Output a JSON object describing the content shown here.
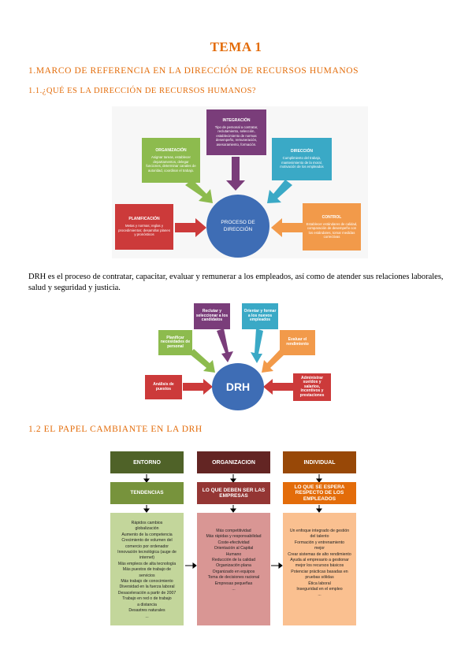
{
  "title": "TEMA 1",
  "heading_1": "1.MARCO DE REFERENCIA EN LA DIRECCIÓN DE RECURSOS HUMANOS",
  "heading_1_1": "1.1.¿QUÉ ES LA DIRECCIÓN DE RECURSOS HUMANOS?",
  "diagram1": {
    "center": "PROCESO DE DIRECCIÓN",
    "integracion": {
      "title": "INTEGRACIÓN",
      "body": "Tipo de personal a contratar, reclutamiento, selección, establecimiento de normas desempeño, remuneración, asesoramiento, formación.",
      "color": "#7a3d7a"
    },
    "organizacion": {
      "title": "ORGANIZACIÓN",
      "body": "Asignar tareas, establecer departamentos, delegar funciones, determinar canales de autoridad, coordinar el trabajo.",
      "color": "#8dbb4e"
    },
    "direccion": {
      "title": "DIRECCIÓN",
      "body": "Cumplimiento del trabajo, mantenimiento de la moral, motivación de los empleados",
      "color": "#3aa9c6"
    },
    "planificacion": {
      "title": "PLANIFICACIÓN",
      "body": "Metas y normas; reglas y procedimientos; desarrollar planes y pronósticos",
      "color": "#cc3a3a"
    },
    "control": {
      "title": "CONTROL",
      "body": "Establecer estándares de calidad, comparación de desempeño con los estándares, tomar medidas correctivas",
      "color": "#f29a4a"
    },
    "center_color": "#3e6db5"
  },
  "paragraph": "DRH es el proceso de contratar, capacitar, evaluar y remunerar a los empleados, así como de atender sus relaciones laborales, salud y seguridad y justicia.",
  "diagram2": {
    "center": "DRH",
    "reclutar": "Reclutar y seleccionar a los candidatos",
    "orientar": "Orientar y formar a los nuevos empleados",
    "planificar": "Planificar necesidades de personal",
    "evaluar": "Evaluar el rendimiento",
    "analisis": "Análisis de puestos",
    "administrar": "Administrar sueldos y salarios, incentivos y prestaciones"
  },
  "heading_1_2": "1.2 EL PAPEL CAMBIANTE EN LA DRH",
  "diagram3": {
    "columns": [
      {
        "head": "ENTORNO",
        "head_color": "#4f6228",
        "sub": "TENDENCIAS",
        "sub_color": "#77933c",
        "list_bg": "#c3d69b",
        "items": [
          "Rápidos cambios",
          "globalización",
          "Aumento de la competencia",
          "Crecimiento de volumen del",
          "comercio por ordenador",
          "Innovación tecnológica (auge de",
          "internet)",
          "Más empleos de alta tecnología",
          "Más puestos de trabajo de",
          "servicios",
          "Más trabajo de conocimiento",
          "Diversidad en la fuerza laboral",
          "Desaceleración a partir de 2007",
          "Trabajo en red o de trabajo",
          "a distancia",
          "Desastres naturales",
          "..."
        ]
      },
      {
        "head": "ORGANIZACION",
        "head_color": "#632523",
        "sub": "LO QUE DEBEN SER LAS EMPRESAS",
        "sub_color": "#943634",
        "list_bg": "#d99694",
        "items": [
          "Más competitividad",
          "Más rápidas y responsabilidad",
          "Coste-efectividad",
          "Orientación al Capital",
          "Humano",
          "Reducción de la calidad",
          "Organización plana",
          "Organizado en equipos",
          "Toma de decisiones racional",
          "Empresas pequeñas",
          "..."
        ]
      },
      {
        "head": "INDIVIDUAL",
        "head_color": "#984807",
        "sub": "LO QUE SE ESPERA RESPECTO DE LOS EMPLEADOS",
        "sub_color": "#e36c0a",
        "list_bg": "#fac090",
        "items": [
          "Un enfoque integrado de gestión",
          "del talento",
          "Formación y entrenamiento",
          "mejor",
          "Crear sistemas de alto rendimiento",
          "Ayuda al empresario a gestionar",
          "mejor los recursos básicos",
          "Potenciar prácticas basadas en",
          "pruebas sólidas",
          "Ética laboral",
          "Inseguridad en el empleo",
          "..."
        ]
      }
    ]
  }
}
